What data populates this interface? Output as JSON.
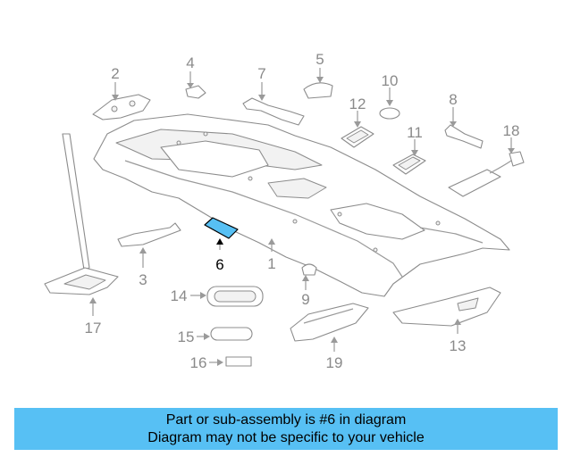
{
  "diagram": {
    "highlighted_part": "6",
    "highlight_color": "#57c0f4",
    "parts": [
      {
        "id": "p1",
        "label": "1"
      },
      {
        "id": "p2",
        "label": "2"
      },
      {
        "id": "p3",
        "label": "3"
      },
      {
        "id": "p4",
        "label": "4"
      },
      {
        "id": "p5",
        "label": "5"
      },
      {
        "id": "p6",
        "label": "6"
      },
      {
        "id": "p7",
        "label": "7"
      },
      {
        "id": "p8",
        "label": "8"
      },
      {
        "id": "p9",
        "label": "9"
      },
      {
        "id": "p10",
        "label": "10"
      },
      {
        "id": "p11",
        "label": "11"
      },
      {
        "id": "p12",
        "label": "12"
      },
      {
        "id": "p13",
        "label": "13"
      },
      {
        "id": "p14",
        "label": "14"
      },
      {
        "id": "p15",
        "label": "15"
      },
      {
        "id": "p16",
        "label": "16"
      },
      {
        "id": "p17",
        "label": "17"
      },
      {
        "id": "p18",
        "label": "18"
      },
      {
        "id": "p19",
        "label": "19"
      }
    ]
  },
  "caption": {
    "line1": "Part or sub-assembly is #6 in diagram",
    "line2": "Diagram may not be specific to your vehicle",
    "background": "#57c0f4"
  }
}
